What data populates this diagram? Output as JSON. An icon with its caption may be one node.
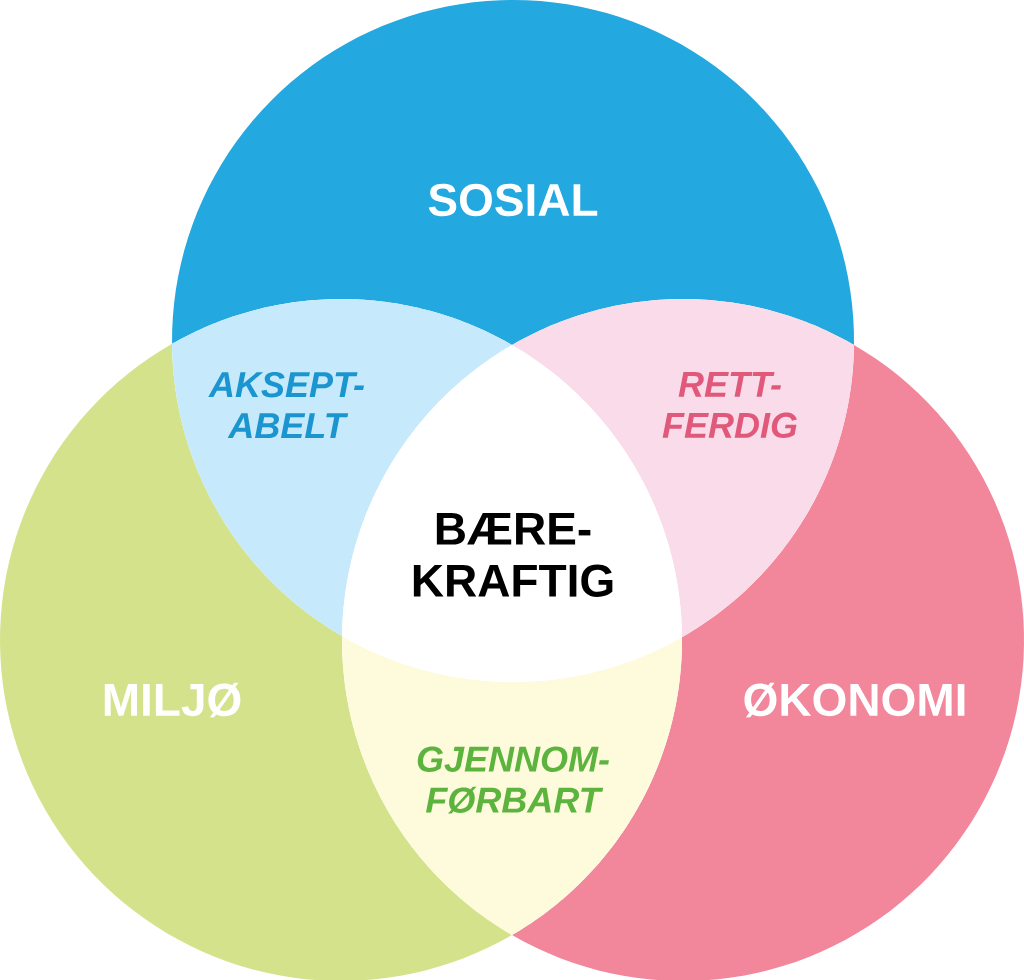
{
  "diagram": {
    "nodes": [
      {
        "text": [
          "SOSIAL"
        ]
      },
      {
        "text": [
          "MILJØ"
        ]
      },
      {
        "text": [
          "ØKONOMI"
        ]
      },
      {
        "text": [
          "AKSEPT- ABELT"
        ]
      },
      {
        "text": [
          "RETT- FERDIG"
        ]
      },
      {
        "text": [
          "GJENNOM- FØRBART"
        ]
      },
      {
        "text": [
          "BÆRE- KRAFTIG"
        ]
      }
    ]
  }
}
